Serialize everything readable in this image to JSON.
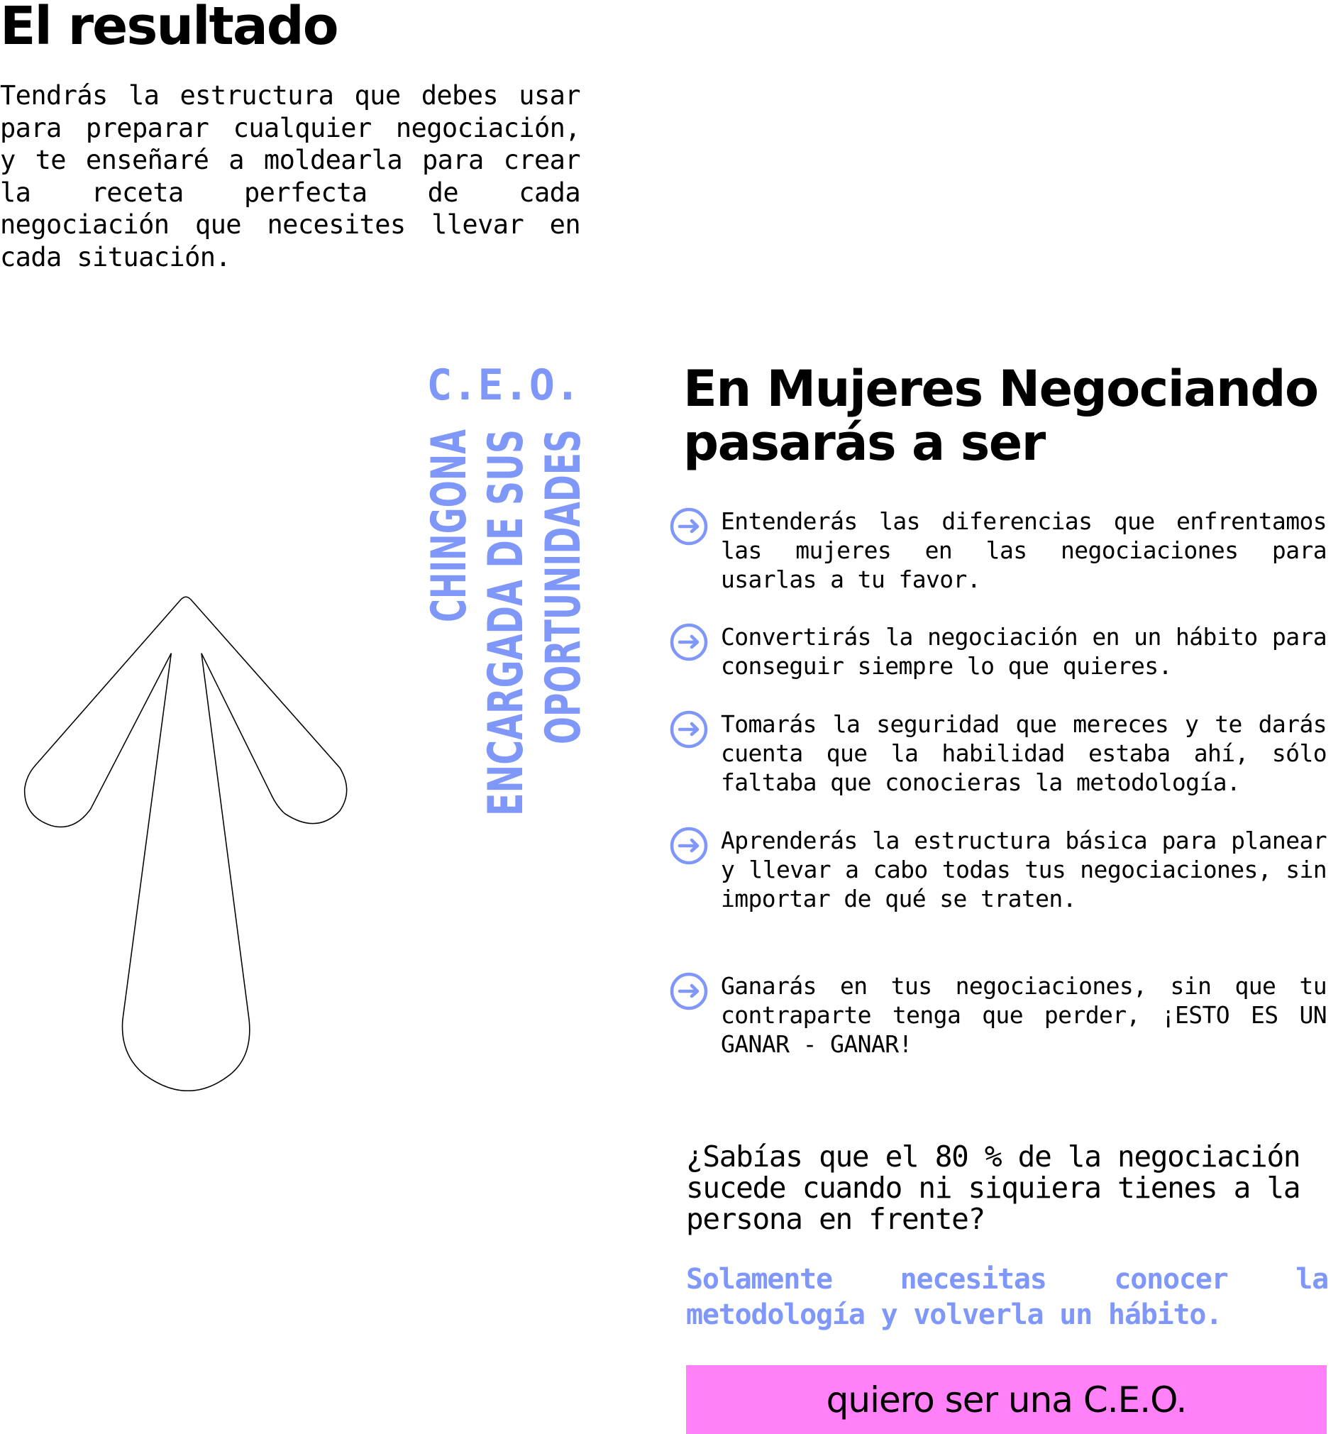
{
  "left": {
    "title": "El resultado",
    "intro": "Tendrás la estructura que debes usar para preparar cualquier negociación, y te enseñaré a moldearla para crear la receta perfecta de cada negociación que necesites llevar en cada situación.",
    "ceo": "C.E.O.",
    "vertical_lines": [
      "CHINGONA",
      "ENCARGADA DE SUS",
      "OPORTUNIDADES"
    ]
  },
  "right": {
    "heading_line1": "En Mujeres Negociando",
    "heading_line2": "pasarás a ser",
    "items": [
      {
        "icon": "arrow-circle-icon",
        "text": "Entenderás las diferencias que enfrentamos las mujeres en las negociaciones para usarlas a tu favor."
      },
      {
        "icon": "arrow-circle-icon",
        "text": "Convertirás la negociación en un hábito para conseguir siempre lo que quieres."
      },
      {
        "icon": "arrow-circle-icon",
        "text": "Tomarás la seguridad que mereces y te darás cuenta que la habilidad estaba ahí, sólo faltaba que conocieras la metodología."
      },
      {
        "icon": "arrow-circle-icon",
        "text": "Aprenderás la estructura básica para planear y llevar a cabo todas tus negociaciones, sin importar de qué se traten."
      },
      {
        "icon": "arrow-circle-icon",
        "text": "Ganarás en tus negociaciones, sin que tu contraparte tenga que perder, ¡ESTO ES UN GANAR - GANAR!"
      }
    ],
    "question": "¿Sabías que el 80 % de la negociación sucede cuando ni siquiera tienes a la persona en frente?",
    "answer": "Solamente necesitas conocer la metodología y volverla un hábito.",
    "cta_label": "quiero ser una C.E.O."
  },
  "colors": {
    "accent": "#7f97f8",
    "cta": "#ff80f7"
  }
}
